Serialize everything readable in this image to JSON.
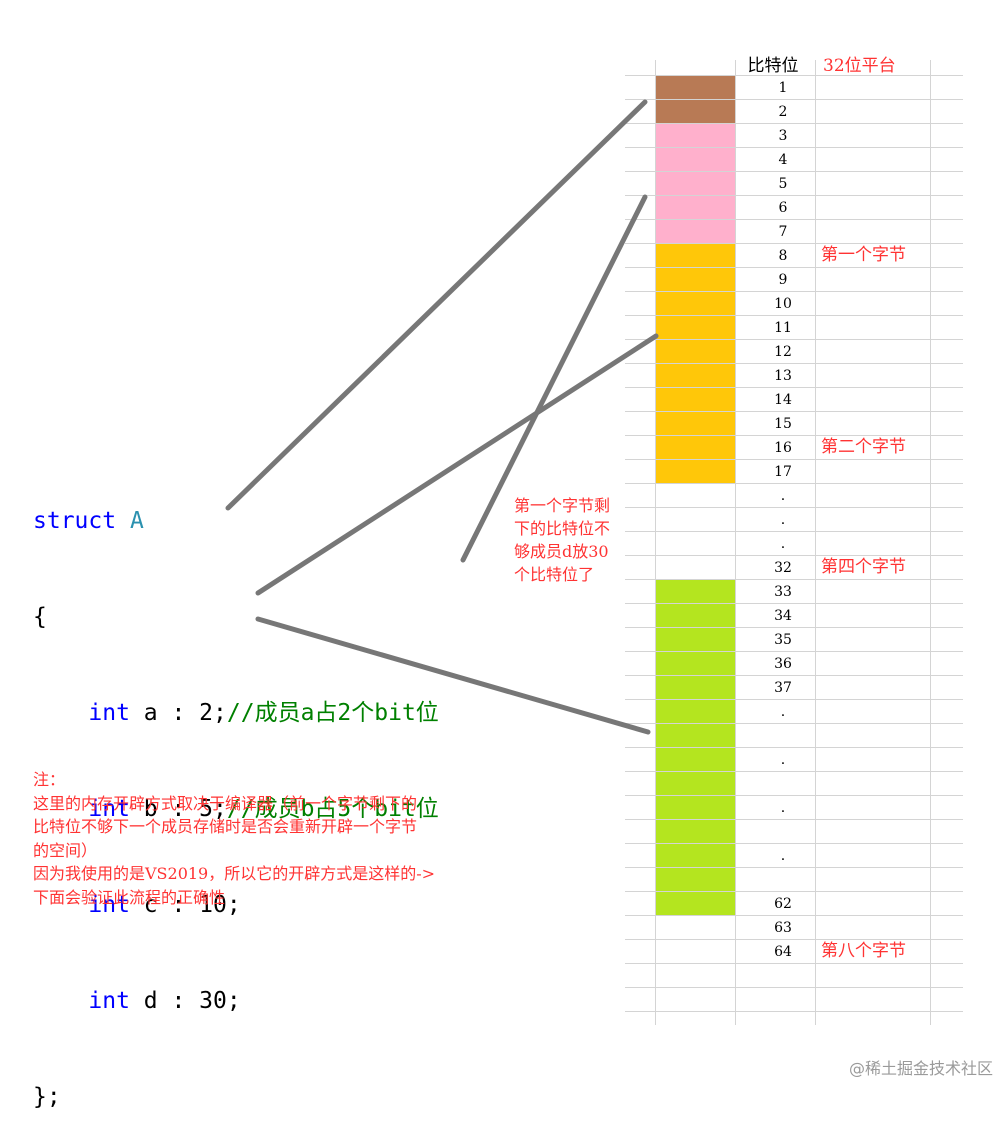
{
  "header": {
    "bit_column": "比特位",
    "platform": "32位平台"
  },
  "rows": [
    {
      "label": "1",
      "fill": "#b87a55"
    },
    {
      "label": "2",
      "fill": "#b87a55"
    },
    {
      "label": "3",
      "fill": "#ffb0cc"
    },
    {
      "label": "4",
      "fill": "#ffb0cc"
    },
    {
      "label": "5",
      "fill": "#ffb0cc"
    },
    {
      "label": "6",
      "fill": "#ffb0cc"
    },
    {
      "label": "7",
      "fill": "#ffb0cc"
    },
    {
      "label": "8",
      "fill": "#ffc709",
      "note": "第一个字节"
    },
    {
      "label": "9",
      "fill": "#ffc709"
    },
    {
      "label": "10",
      "fill": "#ffc709"
    },
    {
      "label": "11",
      "fill": "#ffc709"
    },
    {
      "label": "12",
      "fill": "#ffc709"
    },
    {
      "label": "13",
      "fill": "#ffc709"
    },
    {
      "label": "14",
      "fill": "#ffc709"
    },
    {
      "label": "15",
      "fill": "#ffc709"
    },
    {
      "label": "16",
      "fill": "#ffc709",
      "note": "第二个字节"
    },
    {
      "label": "17",
      "fill": "#ffc709"
    },
    {
      "label": ".",
      "fill": ""
    },
    {
      "label": ".",
      "fill": ""
    },
    {
      "label": ".",
      "fill": ""
    },
    {
      "label": "32",
      "fill": "",
      "note": "第四个字节"
    },
    {
      "label": "33",
      "fill": "#b4e51f"
    },
    {
      "label": "34",
      "fill": "#b4e51f"
    },
    {
      "label": "35",
      "fill": "#b4e51f"
    },
    {
      "label": "36",
      "fill": "#b4e51f"
    },
    {
      "label": "37",
      "fill": "#b4e51f"
    },
    {
      "label": ".",
      "fill": "#b4e51f"
    },
    {
      "label": "",
      "fill": "#b4e51f"
    },
    {
      "label": ".",
      "fill": "#b4e51f"
    },
    {
      "label": "",
      "fill": "#b4e51f"
    },
    {
      "label": ".",
      "fill": "#b4e51f"
    },
    {
      "label": "",
      "fill": "#b4e51f"
    },
    {
      "label": ".",
      "fill": "#b4e51f"
    },
    {
      "label": "",
      "fill": "#b4e51f"
    },
    {
      "label": "62",
      "fill": "#b4e51f"
    },
    {
      "label": "63",
      "fill": ""
    },
    {
      "label": "64",
      "fill": "",
      "note": "第八个字节"
    },
    {
      "label": "",
      "fill": ""
    },
    {
      "label": "",
      "fill": ""
    }
  ],
  "code": {
    "keyword_struct": "struct",
    "type_name": "A",
    "open_brace": "{",
    "members": [
      {
        "type": "int",
        "decl": " a : 2;",
        "comment": "//成员a占2个bit位"
      },
      {
        "type": "int",
        "decl": " b : 5;",
        "comment": "//成员b占5个bit位"
      },
      {
        "type": "int",
        "decl": " c : 10;",
        "comment": ""
      },
      {
        "type": "int",
        "decl": " d : 30;",
        "comment": ""
      }
    ],
    "close": "};"
  },
  "middle_note": [
    "第一个字节剩",
    "下的比特位不",
    "够成员d放30",
    "个比特位了"
  ],
  "note": [
    "注：",
    "这里的内存开辟方式取决于编译器（前一个字节剩下的",
    "比特位不够下一个成员存储时是否会重新开辟一个字节",
    "的空间）",
    "因为我使用的是VS2019，所以它的开辟方式是这样的->",
    "下面会验证此流程的正确性"
  ],
  "watermark": "@稀土掘金技术社区",
  "colors": {
    "annotation_red": "#ff3333",
    "grid_line": "#d4d4d4",
    "connector_gray": "#777777",
    "keyword_blue": "#0000ff",
    "type_teal": "#2b91af",
    "comment_green": "#008000"
  }
}
